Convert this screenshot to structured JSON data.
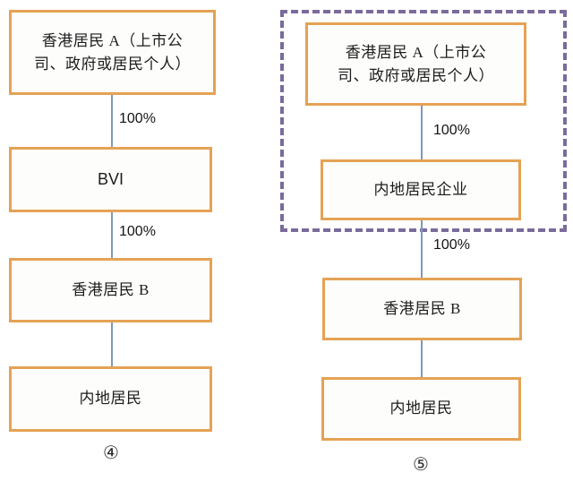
{
  "diagram": {
    "title": "",
    "colors": {
      "node_border": "#E5A254",
      "node_fill": "#FDFDFB",
      "connector": "#7F98BC",
      "group_dashed_border": "#7A6B9C",
      "text": "#1C1C1C",
      "background": "#FFFFFF"
    },
    "panels": [
      {
        "id": "panel-4",
        "caption": "④",
        "nodes": [
          {
            "id": "hk-a-4",
            "label": "香港居民 A（上市公\n司、政府或居民个人）",
            "line1": "香港居民 A（上市公",
            "line2": "司、政府或居民个人）"
          },
          {
            "id": "bvi-4",
            "label": "BVI"
          },
          {
            "id": "hk-b-4",
            "label": "香港居民 B"
          },
          {
            "id": "mainland-4",
            "label": "内地居民"
          }
        ],
        "edges": [
          {
            "from": "hk-a-4",
            "to": "bvi-4",
            "label": "100%"
          },
          {
            "from": "bvi-4",
            "to": "hk-b-4",
            "label": "100%"
          },
          {
            "from": "hk-b-4",
            "to": "mainland-4",
            "label": ""
          }
        ]
      },
      {
        "id": "panel-5",
        "caption": "⑤",
        "group_label": "",
        "nodes": [
          {
            "id": "hk-a-5",
            "label": "香港居民 A（上市公\n司、政府或居民个人）",
            "line1": "香港居民 A（上市公",
            "line2": "司、政府或居民个人）"
          },
          {
            "id": "mainland-ent-5",
            "label": "内地居民企业"
          },
          {
            "id": "hk-b-5",
            "label": "香港居民 B"
          },
          {
            "id": "mainland-5",
            "label": "内地居民"
          }
        ],
        "edges": [
          {
            "from": "hk-a-5",
            "to": "mainland-ent-5",
            "label": "100%"
          },
          {
            "from": "mainland-ent-5",
            "to": "hk-b-5",
            "label": "100%"
          },
          {
            "from": "hk-b-5",
            "to": "mainland-5",
            "label": ""
          }
        ]
      }
    ]
  }
}
